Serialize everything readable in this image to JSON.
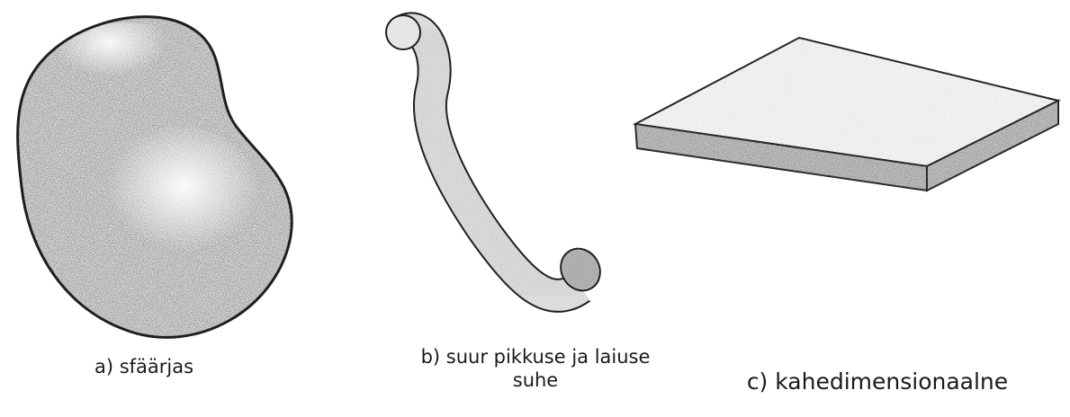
{
  "captions": {
    "a": "a) sfäärjas",
    "b_line1": "b) suur pikkuse ja laiuse",
    "b_line2": "suhe",
    "c": "c) kahedimensionaalne"
  },
  "colors": {
    "outline": "#1e1e1e",
    "stipple_dark": "#303030",
    "stipple_light": "#9a9a9a",
    "fill": "#f2f2f2"
  },
  "shapes": {
    "a": "spherical-blob",
    "b": "elongated-fiber",
    "c": "flat-plate"
  }
}
